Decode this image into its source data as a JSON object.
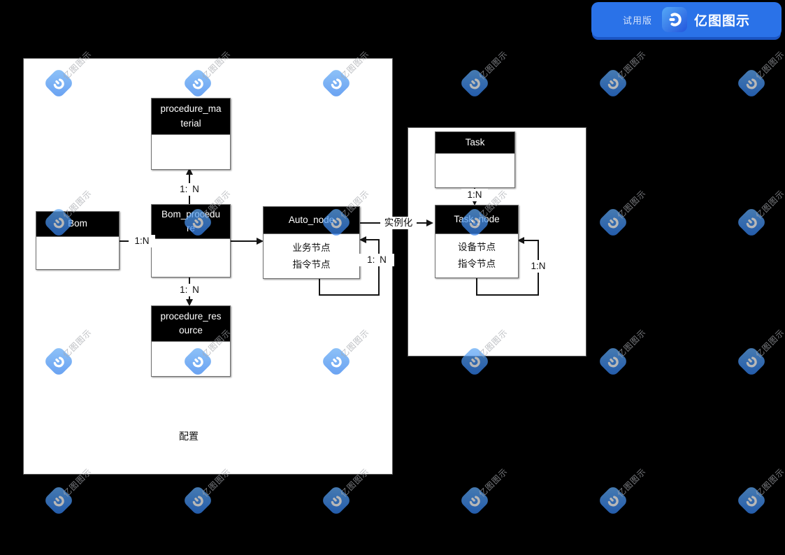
{
  "banner": {
    "trial_label": "试用版",
    "brand": "亿图图示"
  },
  "watermark": {
    "text": "亿图图示",
    "logo_color": "#2e7ced"
  },
  "diagram": {
    "config_group_label": "配置",
    "entities": {
      "procedure_material": {
        "title_lines": [
          "procedure_ma",
          "terial"
        ],
        "body_lines": []
      },
      "bom": {
        "title_lines": [
          "Bom"
        ],
        "body_lines": []
      },
      "bom_procedure": {
        "title_lines": [
          "Bom_procedu",
          "re"
        ],
        "body_lines": []
      },
      "auto_node": {
        "title_lines": [
          "Auto_node"
        ],
        "body_lines": [
          "业务节点",
          "指令节点"
        ]
      },
      "procedure_resource": {
        "title_lines": [
          "procedure_res",
          "ource"
        ],
        "body_lines": []
      },
      "task": {
        "title_lines": [
          "Task"
        ],
        "body_lines": []
      },
      "task_node": {
        "title_lines": [
          "Task_node"
        ],
        "body_lines": [
          "设备节点",
          "指令节点"
        ]
      }
    },
    "relations": {
      "bom_procedure_to_procedure_material": "1: N",
      "bom_to_bom_procedure": "1:N",
      "bom_procedure_to_procedure_resource": "1: N",
      "auto_node_self_loop": "1: N",
      "auto_node_to_task_node": "实例化",
      "task_to_task_node": "1:N",
      "task_node_self_loop": "1:N"
    },
    "colors": {
      "entity_header_bg": "#000000",
      "entity_header_text": "#ffffff",
      "banner_bg": "#2a72e8",
      "canvas_bg": "#000000"
    }
  }
}
